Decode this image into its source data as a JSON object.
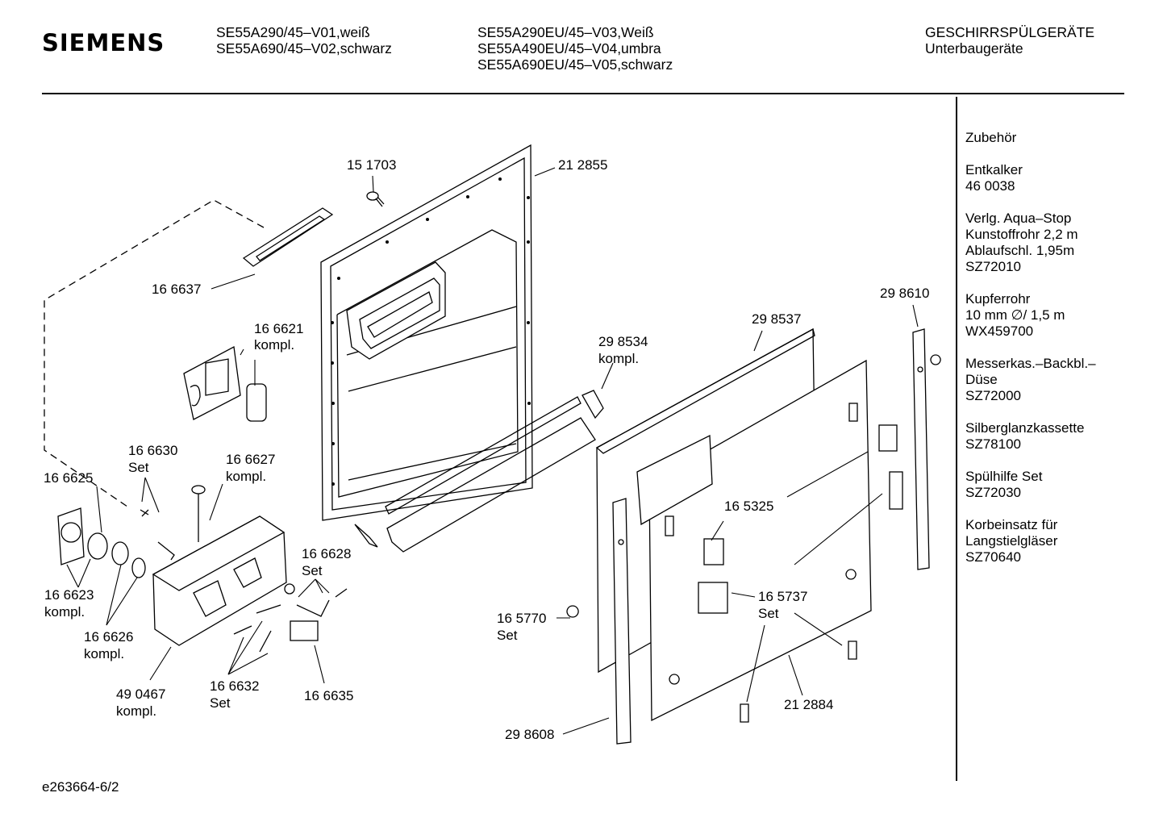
{
  "brand": "SIEMENS",
  "header": {
    "models_col1": [
      "SE55A290/45–V01,weiß",
      "SE55A690/45–V02,schwarz"
    ],
    "models_col2": [
      "SE55A290EU/45–V03,Weiß",
      "SE55A490EU/45–V04,umbra",
      "SE55A690EU/45–V05,schwarz"
    ],
    "category": [
      "GESCHIRRSPÜLGERÄTE",
      "Unterbaugeräte"
    ]
  },
  "accessories": [
    [
      "Zubehör"
    ],
    [
      "Entkalker",
      "46 0038"
    ],
    [
      "Verlg. Aqua–Stop",
      "Kunstoffrohr 2,2 m",
      "Ablaufschl. 1,95m",
      "SZ72010"
    ],
    [
      "Kupferrohr",
      "10 mm ∅/ 1,5 m",
      "WX459700"
    ],
    [
      "Messerkas.–Backbl.–",
      "Düse",
      "SZ72000"
    ],
    [
      "Silberglanzkassette",
      "SZ78100"
    ],
    [
      "Spülhilfe Set",
      "SZ72030"
    ],
    [
      "Korbeinsatz für",
      "Langstielgläser",
      "SZ70640"
    ]
  ],
  "part_labels": {
    "p151703": [
      "15 1703"
    ],
    "p212855": [
      "21 2855"
    ],
    "p166637": [
      "16 6637"
    ],
    "p166621": [
      "16 6621",
      "kompl."
    ],
    "p298534": [
      "29 8534",
      "kompl."
    ],
    "p298537": [
      "29 8537"
    ],
    "p298610": [
      "29 8610"
    ],
    "p166630": [
      "16 6630",
      "Set"
    ],
    "p166627": [
      "16 6627",
      "kompl."
    ],
    "p166625": [
      "16 6625"
    ],
    "p166628": [
      "16 6628",
      "Set"
    ],
    "p166623": [
      "16 6623",
      "kompl."
    ],
    "p166626": [
      "16 6626",
      "kompl."
    ],
    "p490467": [
      "49 0467",
      "kompl."
    ],
    "p166632": [
      "16 6632",
      "Set"
    ],
    "p166635": [
      "16 6635"
    ],
    "p165325": [
      "16 5325"
    ],
    "p165737": [
      "16 5737",
      "Set"
    ],
    "p165770": [
      "16 5770",
      "Set"
    ],
    "p212884": [
      "21 2884"
    ],
    "p298608": [
      "29 8608"
    ]
  },
  "footer": "e263664-6/2"
}
